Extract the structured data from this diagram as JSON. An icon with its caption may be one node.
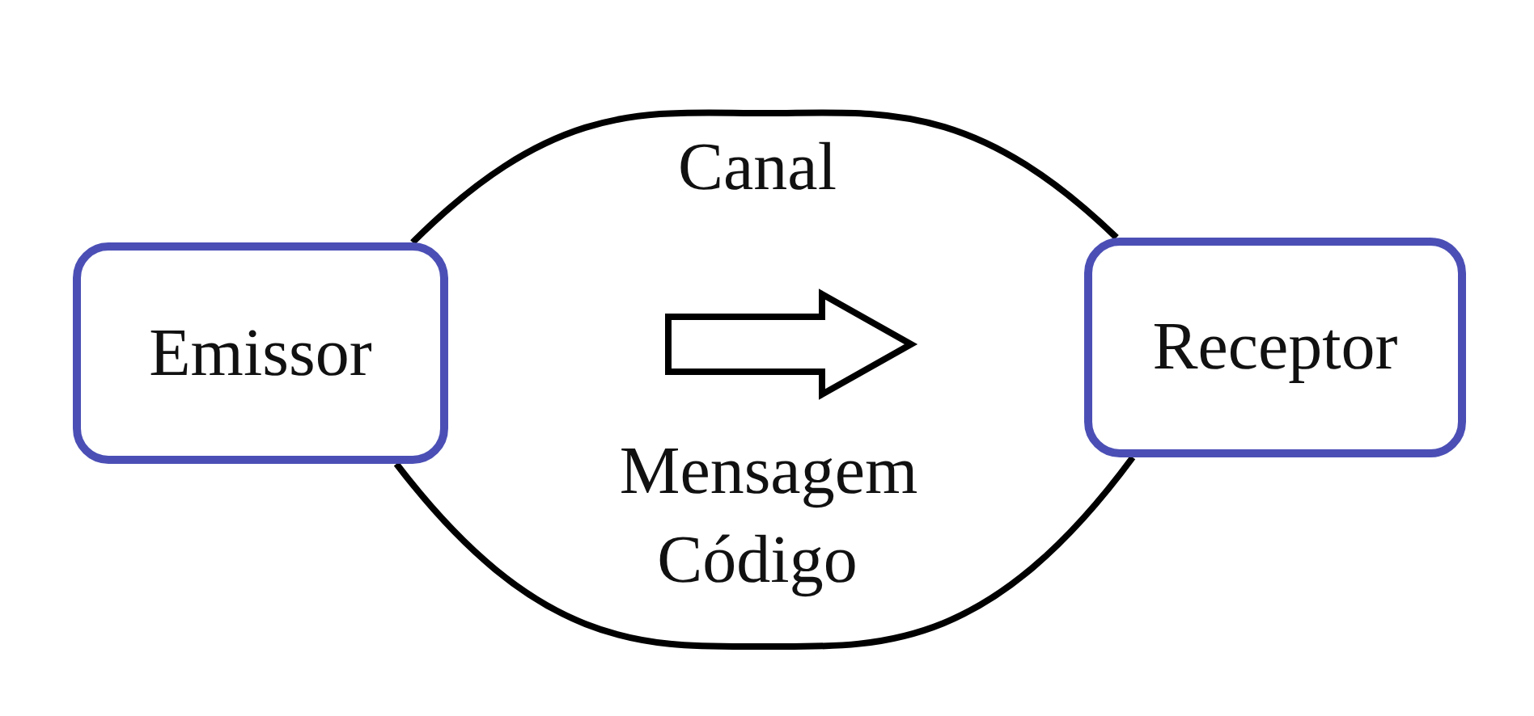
{
  "diagram": {
    "nodes": [
      {
        "text": [
          "Emissor"
        ]
      },
      {
        "text": [
          "Receptor"
        ]
      }
    ],
    "edges": [
      {
        "from": 0,
        "to": 1,
        "arrow": "none"
      },
      {
        "from": 0,
        "to": 1,
        "arrow": "none"
      }
    ],
    "labels": [
      "Canal",
      "Mensagem",
      "Código"
    ]
  }
}
